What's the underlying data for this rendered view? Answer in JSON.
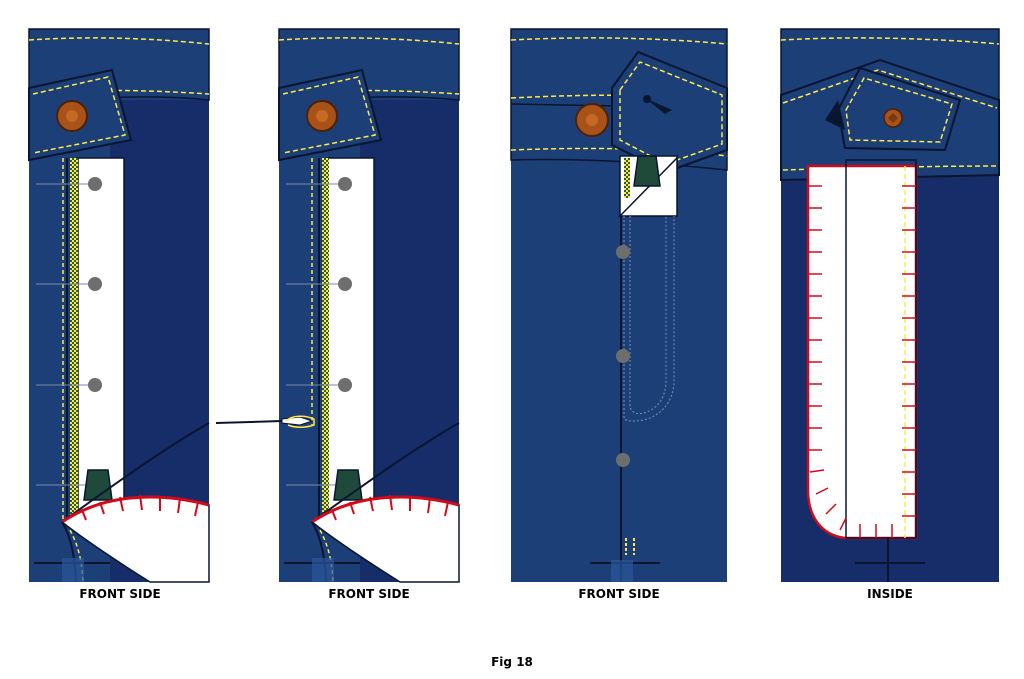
{
  "panels": [
    {
      "label": "FRONT SIDE"
    },
    {
      "label": "FRONT SIDE"
    },
    {
      "label": "FRONT SIDE"
    },
    {
      "label": "INSIDE"
    }
  ],
  "figure": {
    "caption": "Fig 18"
  },
  "colors": {
    "denim": "#1c3f78",
    "denim_dark": "#112a5c",
    "denim_inner": "#162d6a",
    "stitch": "#ffe94a",
    "pocketing": "#ffffff",
    "edge_stitch": "#d10a1a",
    "button": "#a8521a",
    "pin_head": "#6e6e6e",
    "outline": "#0a1530"
  }
}
